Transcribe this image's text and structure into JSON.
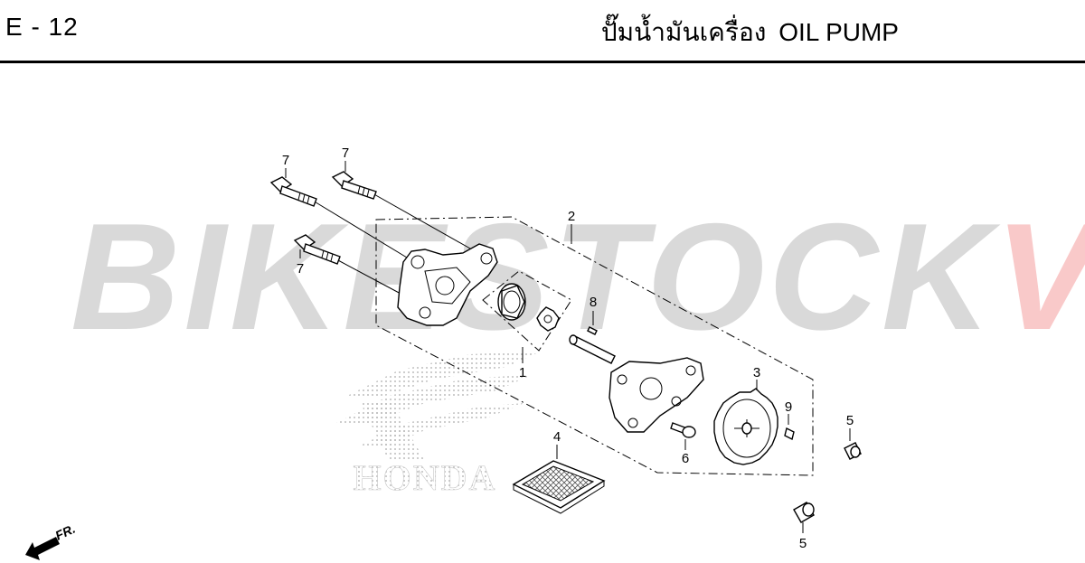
{
  "header": {
    "page_code": "E - 12",
    "title_thai": "ปั๊มน้ำมันเครื่อง",
    "title_english": "OIL PUMP"
  },
  "watermark": {
    "text_part1": "BIKESTOCK",
    "text_part2": "VN",
    "logo_text": "HONDA"
  },
  "callouts": {
    "bolt_top_left": "7",
    "bolt_top_right": "7",
    "bolt_lower": "7",
    "pump_assembly": "2",
    "rotor_set": "1",
    "pin_upper": "8",
    "driven_gear": "3",
    "pin_lower": "9",
    "bolt_small": "6",
    "dowel_upper": "5",
    "dowel_lower": "5",
    "strainer": "4"
  },
  "direction_marker": {
    "label": "FR."
  },
  "colors": {
    "watermark_gray": "#aaaaaa",
    "watermark_red": "#e83c3c",
    "line": "#000000"
  }
}
